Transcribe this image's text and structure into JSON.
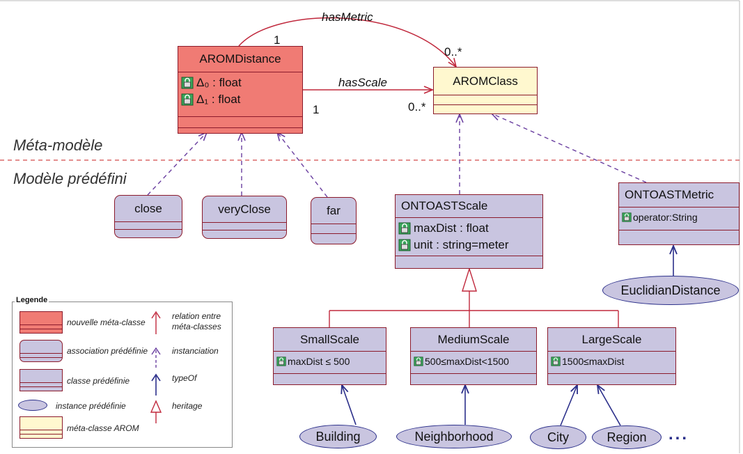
{
  "diagram": {
    "sections": {
      "meta": "Méta-modèle",
      "predefined": "Modèle prédéfini"
    },
    "arom_distance": {
      "name": "AROMDistance",
      "attrs": [
        "Δ₀ : float",
        "Δ₁ : float"
      ]
    },
    "arom_class": {
      "name": "AROMClass"
    },
    "relations": {
      "has_metric": {
        "label": "hasMetric",
        "mult_source": "1",
        "mult_target": "0..*"
      },
      "has_scale": {
        "label": "hasScale",
        "mult_source": "1",
        "mult_target": "0..*"
      }
    },
    "associations": [
      "close",
      "veryClose",
      "far"
    ],
    "ontoast_scale": {
      "name": "ONTOASTScale",
      "attrs": [
        "maxDist : float",
        "unit : string=meter"
      ]
    },
    "ontoast_metric": {
      "name": "ONTOASTMetric",
      "attrs": [
        "operator:String"
      ]
    },
    "euclidian": "EuclidianDistance",
    "small_scale": {
      "name": "SmallScale",
      "attr": "maxDist ≤ 500"
    },
    "medium_scale": {
      "name": "MediumScale",
      "attr": "500≤maxDist<1500"
    },
    "large_scale": {
      "name": "LargeScale",
      "attr": "1500≤maxDist"
    },
    "instances": {
      "building": "Building",
      "neighborhood": "Neighborhood",
      "city": "City",
      "region": "Region"
    },
    "ellipsis": "..."
  },
  "legend": {
    "title": "Legende",
    "entries": {
      "new_meta_class": "nouvelle méta-classe",
      "predefined_association": "association prédéfinie",
      "predefined_class": "classe prédéfinie",
      "predefined_instance": "instance prédéfinie",
      "arom_meta_class": "méta-classe AROM",
      "relation_line1": "relation entre",
      "relation_line2": "méta-classes",
      "instantiation": "instanciation",
      "type_of": "typeOf",
      "inheritance": "heritage"
    }
  },
  "colors": {
    "meta_new": "#f07b74",
    "predefined": "#c9c5e0",
    "arom": "#fff8cf",
    "border": "#8b1a2b",
    "relation": "#c0283c",
    "instantiation": "#6a3fa0",
    "type_of": "#2b2f8a",
    "separator": "#d24a4a"
  }
}
